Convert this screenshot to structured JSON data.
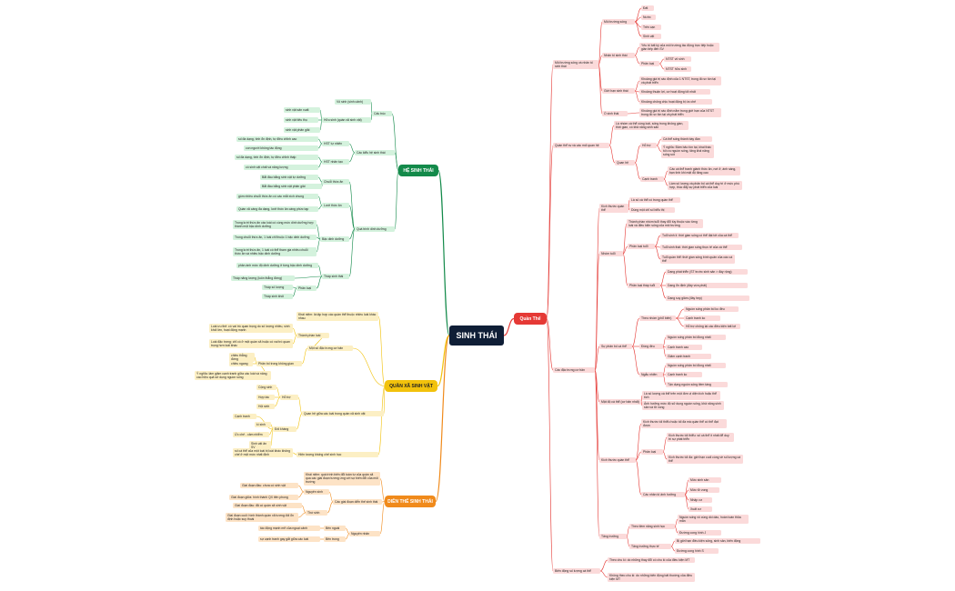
{
  "root": "SINH THÁI",
  "colors": {
    "quan_the": "#e53935",
    "he_sinh_thai": "#138a4a",
    "quan_xa": "#f2c20c",
    "dien_the": "#f08a1b",
    "root": "#0f1e36"
  },
  "branches": {
    "quan_the": "Quần Thể",
    "he_sinh_thai": "HỆ SINH THÁI",
    "quan_xa": "QUẦN XÃ SINH VẬT",
    "dien_the": "DIỄN THẾ SINH THÁI"
  },
  "qt": {
    "mt": "Môi trường sống và nhân tố sinh thái",
    "mt_song": "Môi trường sống",
    "dat": "Đất",
    "nuoc": "Nước",
    "tren_can": "Trên cạn",
    "sinh_vat": "Sinh vật",
    "ntst": "Nhân tố sinh thái",
    "ntst_def": "Yếu tố bất kỳ của môi trường tác động trực tiếp hoặc gián tiếp đến SV",
    "phan_loai": "Phân loại",
    "vo_sinh": "NTST vô sinh",
    "huu_sinh": "NTST hữu sinh",
    "ght": "Giới hạn sinh thái",
    "ght1": "Khoảng giá trị xác định của 1 NTST, trong đó sv tồn tại và phát triển",
    "ght2": "Khoảng thuận lợi, cơ hoạt động tốt nhất",
    "ght3": "Khoảng chống chịu hoạt động bị ức chế",
    "o_st": "Ổ sinh thái",
    "o_st_def": "Khoảng giá trị xác định nằm trong giới hạn của NTST trong đó sv tồn tại và phát triển",
    "qh": "Quần thể sv và các mối quan hệ",
    "qh_def": "Là nhóm cá thể cùng loài, sống trong không gian, thời gian, có khả năng sinh sản",
    "quan_he": "Quan hệ",
    "ho_tro": "Hỗ trợ",
    "ho_tro_1": "Cá thể sống thành bầy đàn",
    "ho_tro_2": "Ý nghĩa: Đảm bảo tồn tại, khai thác tối ưu nguồn sống, tăng khả năng sống sót",
    "canh_tranh": "Cạnh tranh",
    "ct1": "Các cá thể tranh giành thức ăn, nơi ở, ánh sáng, bạn tình khi mật độ tăng cao",
    "ct2": "Làm số lượng và phân bố cá thể duy trì ở mức phù hợp, thúc đẩy sự phát triển của loài",
    "dac_trung": "Các đặc trưng cơ bản",
    "ktqt": "Kích thước quần thể",
    "kt1": "Là số cá thể có trong quần thể",
    "kt2": "Dùng một chỉ số biểu thị",
    "nhom_tuoi": "Nhóm tuổi",
    "nt_def": "Thành phần nhóm tuổi thay đổi tùy thuộc vào từng loài và điều kiện sống của môi trường",
    "pl_tuoi": "Phân loại tuổi",
    "t1": "Tuổi sinh lí: thời gian sống có thể đạt tới của cá thể",
    "t2": "Tuổi sinh thái: thời gian sống thực tế của cá thể",
    "t3": "Tuổi quần thể: thời gian sống bình quân của các cá thể",
    "pl_thap": "Phân loại tháp tuổi",
    "th1": "Dạng phát triển (ST trước sinh sản > đáy rộng)",
    "th2": "Dạng ổn định (đáy vừa phải)",
    "th3": "Dạng suy giảm (đáy hẹp)",
    "phan_bo": "Sự phân bố cá thể",
    "ngau_nhien": "Theo nhóm (phổ biến)",
    "nn1": "Nguồn sống phân bố ko đều",
    "nn2": "Cạnh tranh ko",
    "nn3": "Hỗ trợ chống lại các điều kiện bất lợi",
    "deu": "Đồng đều",
    "d1": "Nguồn sống phân bố đồng nhất",
    "d2": "Cạnh tranh cao",
    "d3": "Giảm cạnh tranh",
    "ngau": "Ngẫu nhiên",
    "ng1": "Nguồn sống phân bố đồng nhất",
    "ng2": "Cạnh tranh ko",
    "ng3": "Tận dụng nguồn sống tiềm tàng",
    "mat_do": "Mật độ cá thể (cơ bản nhất)",
    "md1": "Là số lượng cá thể trên một đơn vị diện tích hoặc thể tích",
    "md2": "Ảnh hưởng mức độ sử dụng nguồn sống, khả năng sinh sản và tử vong",
    "kt_qt": "Kích thước quần thể",
    "ktd": "Kích thước tối thiểu hoặc tối đa mà quần thể có thể đạt được",
    "pl_kt": "Phân loại",
    "kt_min": "Kích thước tối thiểu: số cá thể ít nhất để duy trì sự phát triển",
    "kt_max": "Kích thước tối đa: giới hạn cuối cùng về số lượng cá thể",
    "ktcm": "Các nhân tố ảnh hưởng",
    "k1": "Mức sinh sản",
    "k2": "Mức tử vong",
    "k3": "Nhập cư",
    "k4": "Xuất cư",
    "tang": "Tăng trưởng",
    "tang_td": "Theo tiềm năng sinh học",
    "td1": "Nguồn sống vô cùng dồi dào, hoàn toàn thỏa mãn",
    "td2": "Đường cong hình J",
    "tang_tt": "Tăng trưởng thực tế",
    "tt1": "Bị giới hạn điều kiện sống, sinh sản, biến động",
    "tt2": "Đường cong hình S",
    "bien_dong": "Biến động số lượng cá thể",
    "bd1": "Theo chu kì: do những thay đổi có chu kì của điều kiện MT",
    "bd2": "Không theo chu kì: do những biến động bất thường của điều kiện MT"
  },
  "ht": {
    "cau_truc": "Cấu trúc",
    "vo_sinh": "Vô sinh (sinh cảnh)",
    "huu_sinh": "Hữu sinh (quần xã sinh vật)",
    "sxt": "sinh vật sản xuất",
    "svtt": "sinh vật tiêu thụ",
    "svpg": "sinh vật phân giải",
    "cac_kieu": "Các kiểu hệ sinh thái",
    "tu_nhien": "HST tự nhiên",
    "tn1": "số đa dạng, tính ổn định, tự điều chỉnh cao",
    "tn2": "con người không tác động",
    "nhan_tao": "HST nhân tạo",
    "nt1": "số đa dạng, tính ổn định, tự điều chỉnh thấp",
    "nt2": "có sinh vật chất và năng lượng",
    "trao_doi": "Quá trình dinh dưỡng",
    "chuoi": "Chuỗi thức ăn",
    "c1": "Bắt đầu bằng sinh vật tự dưỡng",
    "c2": "Bắt đầu bằng sinh vật phân giải",
    "luoi": "Lưới thức ăn",
    "l1": "gồm nhiều chuỗi thức ăn có các mắt xích chung",
    "l2": "Quần xã càng đa dạng, lưới thức ăn càng phức tạp",
    "bac": "Bậc dinh dưỡng",
    "b1": "Trong lưới thức ăn các loài có cùng mức dinh dưỡng hợp thành một bậc dinh dưỡng",
    "b2": "Trong chuỗi thức ăn, 1 loài chỉ thuộc 1 bậc dinh dưỡng",
    "b3": "Trong lưới thức ăn, 1 loài có thể tham gia nhiều chuỗi thức ăn và nhiều bậc dinh dưỡng",
    "thap": "Tháp sinh thái",
    "tp1": "phản ánh mức độ dinh dưỡng ở từng bậc dinh dưỡng",
    "tp2": "Tháp năng lượng (luôn thẳng đứng)",
    "pl": "Phân loại",
    "pl1": "Tháp số lượng",
    "pl2": "Tháp sinh khối"
  },
  "qx": {
    "cau_truc": "Cấu trúc",
    "mot_so": "Một số đặc trưng cơ bản",
    "qx_def": "Khái niệm: là tập hợp các quần thể thuộc nhiều loài khác nhau",
    "tpl": "Thành phần loài",
    "tpl1": "Loài ưu thế: có vai trò quan trọng do số lượng nhiều, sinh khối lớn, hoạt động mạnh",
    "tpl2": "Loài đặc trưng: chỉ có ở một quần xã hoặc có vai trò quan trọng hơn loài khác",
    "pbkg": "Phân bố trong không gian",
    "pb1": "chiều thẳng đứng",
    "pb2": "chiều ngang",
    "pb3": "Ý nghĩa: làm giảm cạnh tranh giữa các loài và nâng cao hiệu quả sử dụng nguồn sống",
    "qh": "Quan hệ giữa các loài trong quần xã sinh vật",
    "ho_tro": "Hỗ trợ",
    "h1": "Cộng sinh",
    "h2": "Hợp tác",
    "h3": "Hội sinh",
    "doi_khang": "Đối kháng",
    "dk1": "Cạnh tranh",
    "dk2": "kí sinh",
    "dk3": "Ức chế - cảm nhiễm",
    "dk4": "Sinh vật ăn SV",
    "kcsh": "Hiện tượng khống chế sinh học",
    "kc1": "số cá thể của một loài bị loài khác khống chế ở một mức nhất định"
  },
  "dt": {
    "kn": "Các giai đoạn diễn thế sinh thái",
    "kn_def": "Khái niệm: quá trình biến đổi tuần tự của quần xã qua các giai đoạn tương ứng với sự biến đổi của môi trường",
    "nguyen_sinh": "Nguyên sinh",
    "ns1": "Giai đoạn đầu: chưa có sinh vật",
    "ns2": "Giai đoạn giữa: hình thành QX tiên phong",
    "thu_sinh": "Thứ sinh",
    "ts1": "Giai đoạn đầu: đã có quần xã sinh vật",
    "ts2": "Giai đoạn cuối: hình thành quần xã tương đối ổn định hoặc suy thoái",
    "nguyen_nhan": "Nguyên nhân",
    "bn": "Bên ngoài",
    "bn_d": "tác động mạnh mẽ của ngoại cảnh",
    "bt": "Bên trong",
    "bt_d": "sự cạnh tranh gay gắt giữa các loài"
  }
}
